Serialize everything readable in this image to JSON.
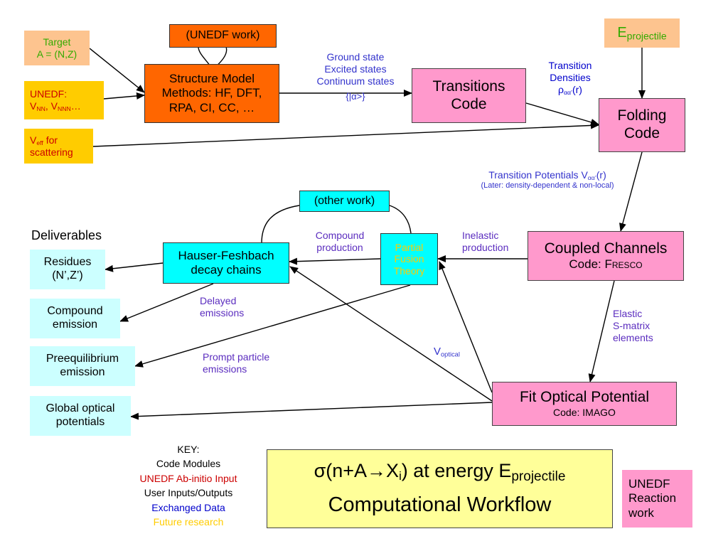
{
  "boxes": {
    "target": {
      "line1": "Target",
      "line2": "A = (N,Z)"
    },
    "unedf_input": {
      "line1": "UNEDF:",
      "line2a": "V",
      "line2a_sub": "NN",
      "line2b": ", V",
      "line2b_sub": "NNN",
      "line2c": "…"
    },
    "veff": {
      "line1a": "V",
      "line1a_sub": "eff",
      "line1b": " for",
      "line2": "scattering"
    },
    "unedf_work": {
      "text": "(UNEDF work)"
    },
    "structure_model": {
      "line1": "Structure Model",
      "line2": "Methods: HF, DFT,",
      "line3": "RPA, CI, CC, …"
    },
    "transitions_code": {
      "line1": "Transitions",
      "line2": "Code"
    },
    "e_projectile": {
      "main": "E",
      "sub": "projectile"
    },
    "folding_code": {
      "line1": "Folding",
      "line2": "Code"
    },
    "other_work": {
      "text": "(other work)"
    },
    "hauser_feshbach": {
      "line1": "Hauser-Feshbach",
      "line2": "decay chains"
    },
    "partial_fusion": {
      "line1": "Partial",
      "line2": "Fusion",
      "line3": "Theory"
    },
    "coupled_channels": {
      "line1": "Coupled Channels",
      "line2a": "Code: F",
      "line2b": "resco"
    },
    "fit_optical": {
      "line1": "Fit Optical Potential",
      "line2": "Code: IMAGO"
    },
    "residues": {
      "line1": "Residues",
      "line2": "(N’,Z’)"
    },
    "compound_emission": {
      "line1": "Compound",
      "line2": "emission"
    },
    "preequilibrium": {
      "line1": "Preequilibrium",
      "line2": "emission"
    },
    "global_optical": {
      "line1": "Global optical",
      "line2": "potentials"
    },
    "title": {
      "line1a": "σ(n+A→X",
      "line1a_sub": "i",
      "line1b": ") at energy E",
      "line1b_sub": "projectile",
      "line2": "Computational Workflow"
    },
    "unedf_reaction": {
      "line1": "UNEDF",
      "line2": "Reaction",
      "line3": "work"
    }
  },
  "labels": {
    "states": {
      "line1": "Ground state",
      "line2": "Excited states",
      "line3": "Continuum states",
      "line4": "{|α>}"
    },
    "transition_densities": {
      "line1": "Transition",
      "line2": "Densities",
      "line3a": "ρ",
      "line3a_sub": "αα’",
      "line3b": "(r)"
    },
    "transition_potentials": {
      "line1a": "Transition Potentials V",
      "line1a_sub": "αα’",
      "line1b": "(r)",
      "line2": "(Later: density-dependent & non-local)"
    },
    "deliverables": "Deliverables",
    "compound_production": {
      "line1": "Compound",
      "line2": "production"
    },
    "inelastic_production": {
      "line1": "Inelastic",
      "line2": "production"
    },
    "delayed_emissions": {
      "line1": "Delayed",
      "line2": "emissions"
    },
    "elastic_smatrix": {
      "line1": "Elastic",
      "line2": "S-matrix",
      "line3": "elements"
    },
    "v_optical": {
      "main": "V",
      "sub": "optical"
    },
    "prompt_particle": {
      "line1": "Prompt particle",
      "line2": "emissions"
    }
  },
  "key": {
    "title": "KEY:",
    "items": [
      {
        "label": "Code Modules",
        "color": "#000000"
      },
      {
        "label": "UNEDF Ab-initio Input",
        "color": "#cc0000"
      },
      {
        "label": "User Inputs/Outputs",
        "color": "#000000"
      },
      {
        "label": "Exchanged Data",
        "color": "#0000cc"
      },
      {
        "label": "Future research",
        "color": "#ffcc00"
      }
    ]
  },
  "colors": {
    "code_module": "#ff99cc",
    "unedf_work": "#ff6600",
    "future": "#00ffff",
    "io": "#ccffff",
    "input": "#ffcc00",
    "title_bg": "#ffff99"
  }
}
